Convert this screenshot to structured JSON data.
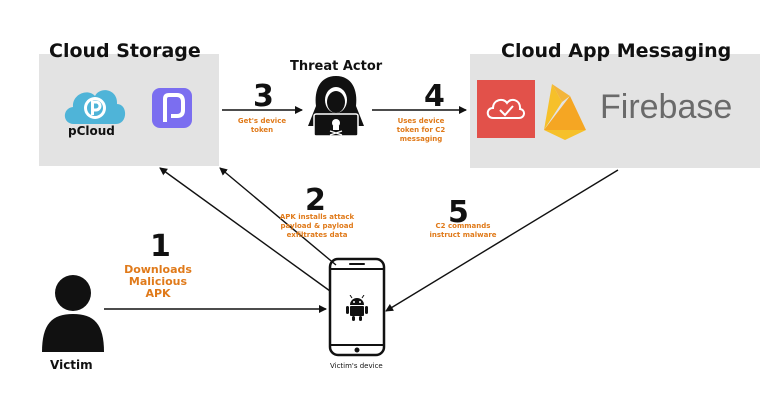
{
  "cloud_storage": {
    "title": "Cloud Storage",
    "pcloud_label": "pCloud"
  },
  "threat_actor": {
    "title": "Threat Actor"
  },
  "cloud_messaging": {
    "title": "Cloud App Messaging",
    "firebase_label": "Firebase"
  },
  "victim": {
    "label": "Victim"
  },
  "device": {
    "label": "Victim's device"
  },
  "steps": [
    {
      "number": "1",
      "text": "Downloads\nMalicious\nAPK"
    },
    {
      "number": "2",
      "text": "APK installs attack\npayload & payload\nexfiltrates data"
    },
    {
      "number": "3",
      "text": "Get's device\ntoken"
    },
    {
      "number": "4",
      "text": "Uses device\ntoken for C2\nmessaging"
    },
    {
      "number": "5",
      "text": "C2 commands\ninstruct malware"
    }
  ],
  "colors": {
    "box_bg": "#e3e3e3",
    "step_text": "#e07a1a",
    "pcloud_blue": "#4fb4d8",
    "app_icon_purple": "#7b6ef0",
    "red_icon": "#e2514a",
    "firebase_yellow": "#f6c02a",
    "firebase_text": "#6a6a6a"
  }
}
